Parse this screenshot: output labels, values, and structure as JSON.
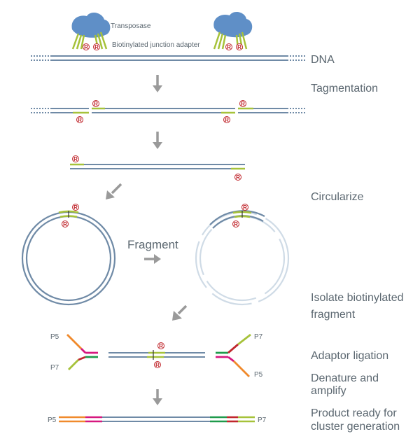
{
  "labels": {
    "transposase": "Transposase",
    "adapter": "Biotinylated junction adapter",
    "dna": "DNA",
    "tagmentation": "Tagmentation",
    "circularize": "Circularize",
    "fragment": "Fragment",
    "isolate_line1": "Isolate biotinylated",
    "isolate_line2": "fragment",
    "adaptor_ligation": "Adaptor ligation",
    "denature_line1": "Denature and",
    "denature_line2": "amplify",
    "product_line1": "Product ready for",
    "product_line2": "cluster generation",
    "biotin_mark": "R",
    "p5": "P5",
    "p7": "P7"
  },
  "colors": {
    "dna_strand": "#6f8aa6",
    "dna_faded": "#cfdbe6",
    "junction": "#a6c23a",
    "biotin": "#c0272d",
    "arrow": "#9a9a9a",
    "transposase": "#5f8fc7",
    "p5_orange": "#f08a2c",
    "magenta": "#d6187f",
    "green": "#1f9a4b",
    "label_text": "#5b6770"
  }
}
